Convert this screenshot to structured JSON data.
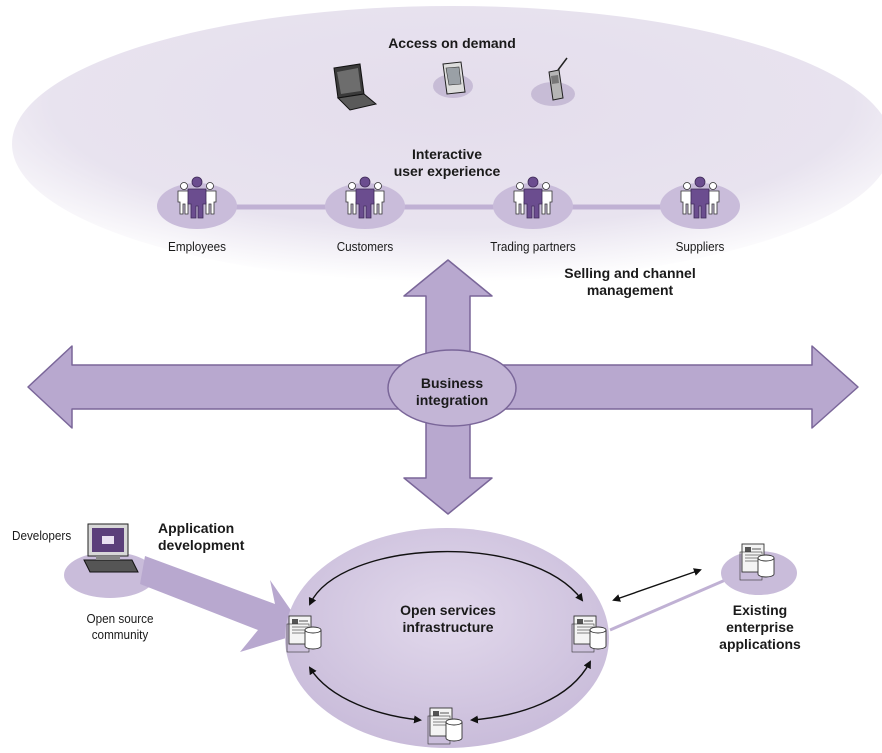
{
  "top": {
    "title": "Access on demand",
    "interactive": [
      "Interactive",
      "user experience"
    ],
    "groups": [
      "Employees",
      "Customers",
      "Trading partners",
      "Suppliers"
    ],
    "selling": [
      "Selling and channel",
      "management"
    ]
  },
  "center": {
    "hub": [
      "Business",
      "integration"
    ]
  },
  "bottom": {
    "developers": "Developers",
    "app_dev": [
      "Application",
      "development"
    ],
    "community": [
      "Open source",
      "community"
    ],
    "infra": [
      "Open services",
      "infrastructure"
    ],
    "existing": [
      "Existing",
      "enterprise",
      "applications"
    ]
  },
  "colors": {
    "ellipse_fill": "#dcd4e6",
    "arrow_fill": "#b8a8cf",
    "arrow_stroke": "#7a6699",
    "person": "#6b4d8f"
  },
  "icons": [
    "laptop-icon",
    "pda-icon",
    "cell-phone-icon",
    "people-group-icon",
    "workstation-icon",
    "server-database-icon"
  ]
}
